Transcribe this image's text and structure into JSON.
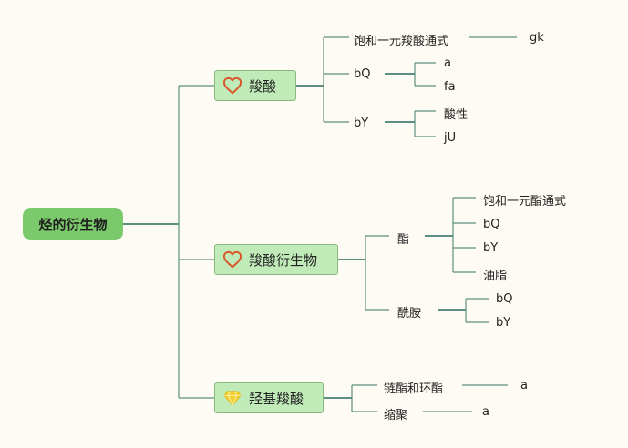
{
  "root": "烃的衍生物",
  "branches": [
    {
      "label": "羧酸",
      "icon": "heart-icon",
      "children": [
        {
          "label": "饱和一元羧酸通式",
          "children": [
            "gk"
          ]
        },
        {
          "label": "bQ",
          "children": [
            "a",
            "fa"
          ]
        },
        {
          "label": "bY",
          "children": [
            "酸性",
            "jU"
          ]
        }
      ]
    },
    {
      "label": "羧酸衍生物",
      "icon": "heart-icon",
      "children": [
        {
          "label": "酯",
          "children": [
            "饱和一元酯通式",
            "bQ",
            "bY",
            "油脂"
          ]
        },
        {
          "label": "酰胺",
          "children": [
            "bQ",
            "bY"
          ]
        }
      ]
    },
    {
      "label": "羟基羧酸",
      "icon": "diamond-icon",
      "children": [
        {
          "label": "链酯和环酯",
          "children": [
            "a"
          ]
        },
        {
          "label": "缩聚",
          "children": [
            "a"
          ]
        }
      ]
    }
  ],
  "colors": {
    "background": "#fdfbf3",
    "root_fill": "#7bc96a",
    "main_fill": "#c0eab8",
    "connector": "#5d8f80",
    "heart_icon": "#d9582b",
    "diamond_icon": "#f2cf2f"
  }
}
